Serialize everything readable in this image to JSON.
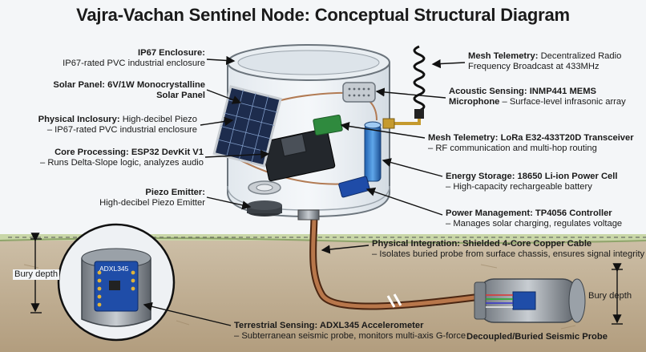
{
  "title": "Vajra-Vachan Sentinel Node: Conceptual Structural Diagram",
  "labels": {
    "ip67": {
      "head": "IP67 Enclosure:",
      "body": "IP67-rated PVC industrial enclosure"
    },
    "solar": {
      "head": "Solar Panel: 6V/1W Monocrystalline",
      "head2": "Solar Panel"
    },
    "physical_inclosury": {
      "head": "Physical Inclosury:",
      "rest": " High-decibel Piezo",
      "body": "– IP67-rated PVC industrial enclosure"
    },
    "core": {
      "head": "Core Processing: ESP32 DevKit V1",
      "body": "– Runs Delta-Slope logic, analyzes audio"
    },
    "piezo": {
      "head": "Piezo Emitter:",
      "body": "High-decibel Piezo Emitter"
    },
    "mesh_radio": {
      "head": "Mesh Telemetry:",
      "rest": " Decentralized Radio",
      "body": "Frequency Broadcast at 433MHz"
    },
    "acoustic": {
      "head": "Acoustic Sensing: INMP441 MEMS",
      "head2": "Microphone",
      "body": " – Surface-level infrasonic array"
    },
    "lora": {
      "head": "Mesh Telemetry: LoRa E32-433T20D Transceiver",
      "body": "– RF communication and multi-hop routing"
    },
    "energy": {
      "head": "Energy Storage: 18650 Li-ion Power Cell",
      "body": "– High-capacity rechargeable battery"
    },
    "power": {
      "head": "Power Management: TP4056 Controller",
      "body": "– Manages solar charging, regulates voltage"
    },
    "cable": {
      "head": "Physical Integration: Shielded 4-Core Copper Cable",
      "body": "– Isolates buried probe from surface chassis, ensures signal integrity"
    },
    "terrestrial": {
      "head": "Terrestrial Sensing: ADXL345 Accelerometer",
      "body": "– Subterranean seismic probe, monitors multi-axis G-force"
    },
    "bury_left": "Bury depth",
    "bury_right": "Bury depth",
    "probe": "Decoupled/Buried Seismic Probe",
    "chip": "ADXL345"
  }
}
